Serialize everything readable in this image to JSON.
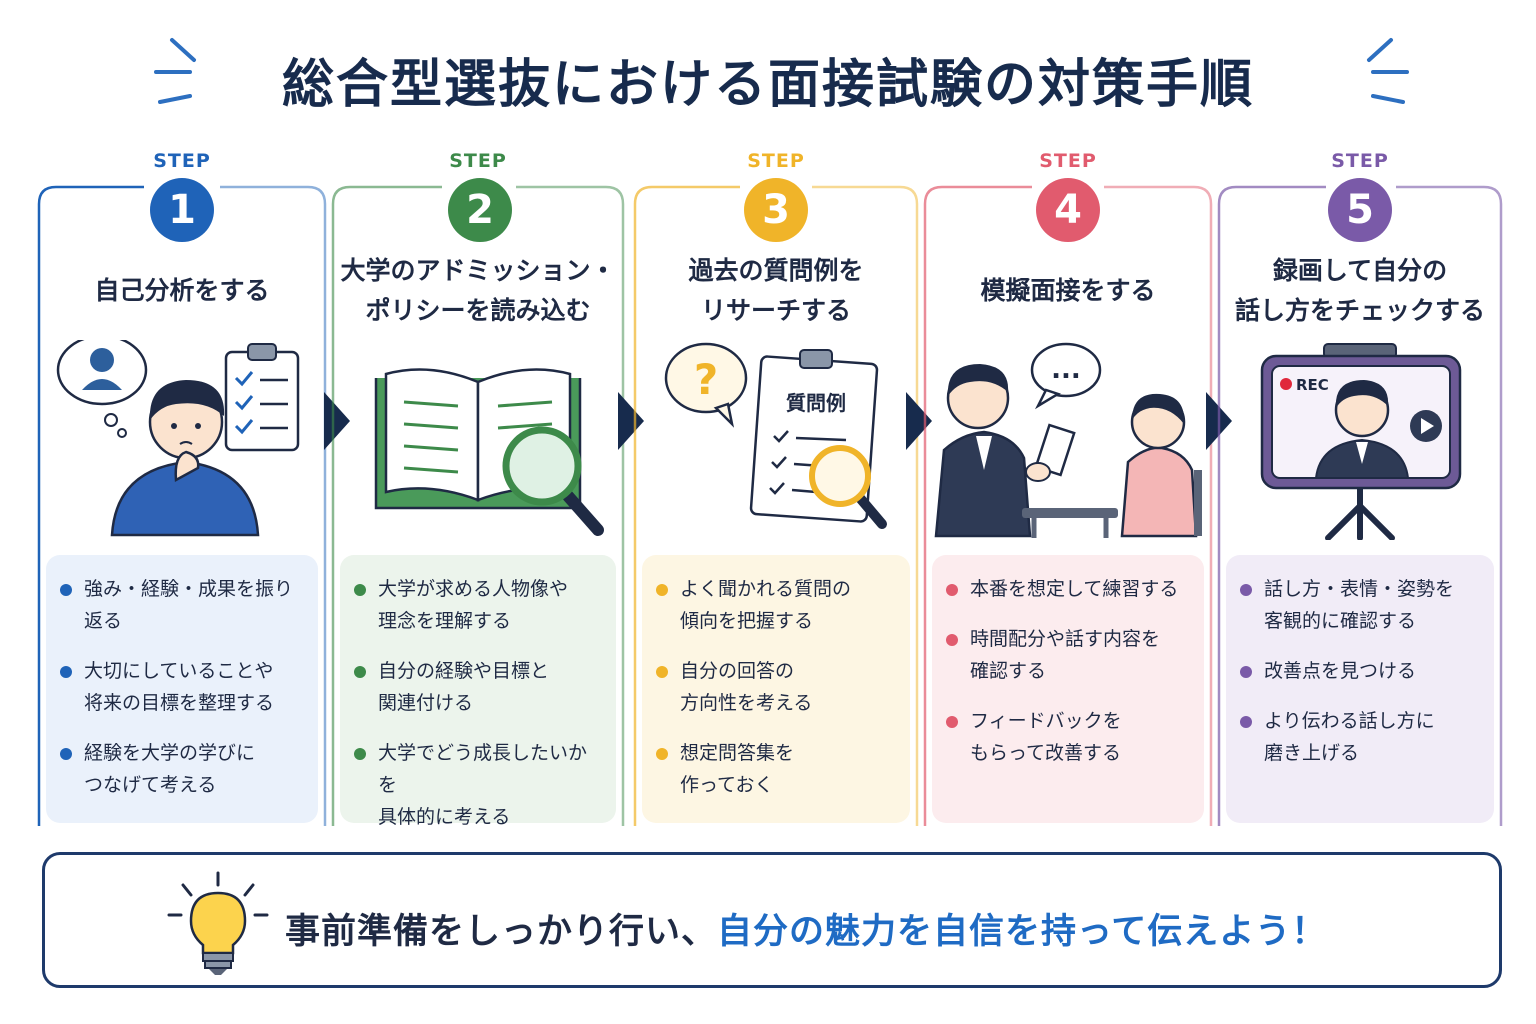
{
  "title": "総合型選抜における面接試験の対策手順",
  "colors": {
    "navy": "#172b4d",
    "step1": "#1f63b8",
    "step2": "#3d8a4a",
    "step3": "#f0b429",
    "step4": "#e15b6e",
    "step5": "#7a5aa8"
  },
  "steps": [
    {
      "label": "STEP",
      "number": "1",
      "title_lines": [
        "自己分析をする"
      ],
      "icons": [
        "thinking-person-icon",
        "thought-bubble-icon",
        "clipboard-checklist-icon"
      ],
      "bullets": [
        "強み・経験・成果を振り返る",
        "大切にしていることや\n将来の目標を整理する",
        "経験を大学の学びに\nつなげて考える"
      ]
    },
    {
      "label": "STEP",
      "number": "2",
      "title_lines": [
        "大学のアドミッション・",
        "ポリシーを読み込む"
      ],
      "icons": [
        "open-book-icon",
        "magnifier-icon"
      ],
      "bullets": [
        "大学が求める人物像や\n理念を理解する",
        "自分の経験や目標と\n関連付ける",
        "大学でどう成長したいかを\n具体的に考える"
      ]
    },
    {
      "label": "STEP",
      "number": "3",
      "title_lines": [
        "過去の質問例を",
        "リサーチする"
      ],
      "icons": [
        "question-bubble-icon",
        "clipboard-icon",
        "magnifier-icon"
      ],
      "clipboard_text": "質問例",
      "bullets": [
        "よく聞かれる質問の\n傾向を把握する",
        "自分の回答の\n方向性を考える",
        "想定問答集を\n作っておく"
      ]
    },
    {
      "label": "STEP",
      "number": "4",
      "title_lines": [
        "模擬面接をする"
      ],
      "icons": [
        "interviewer-icon",
        "speech-bubble-icon",
        "student-icon"
      ],
      "bullet_dots": "...",
      "bullets": [
        "本番を想定して練習する",
        "時間配分や話す内容を\n確認する",
        "フィードバックを\nもらって改善する"
      ]
    },
    {
      "label": "STEP",
      "number": "5",
      "title_lines": [
        "録画して自分の",
        "話し方をチェックする"
      ],
      "icons": [
        "smartphone-tripod-icon",
        "rec-indicator-icon",
        "play-button-icon"
      ],
      "rec_text": "REC",
      "bullets": [
        "話し方・表情・姿勢を\n客観的に確認する",
        "改善点を見つける",
        "より伝わる話し方に\n磨き上げる"
      ]
    }
  ],
  "footer": {
    "icon": "light-bulb-icon",
    "text_a": "事前準備をしっかり行い、",
    "text_b": "自分の魅力を自信を持って伝えよう！"
  }
}
